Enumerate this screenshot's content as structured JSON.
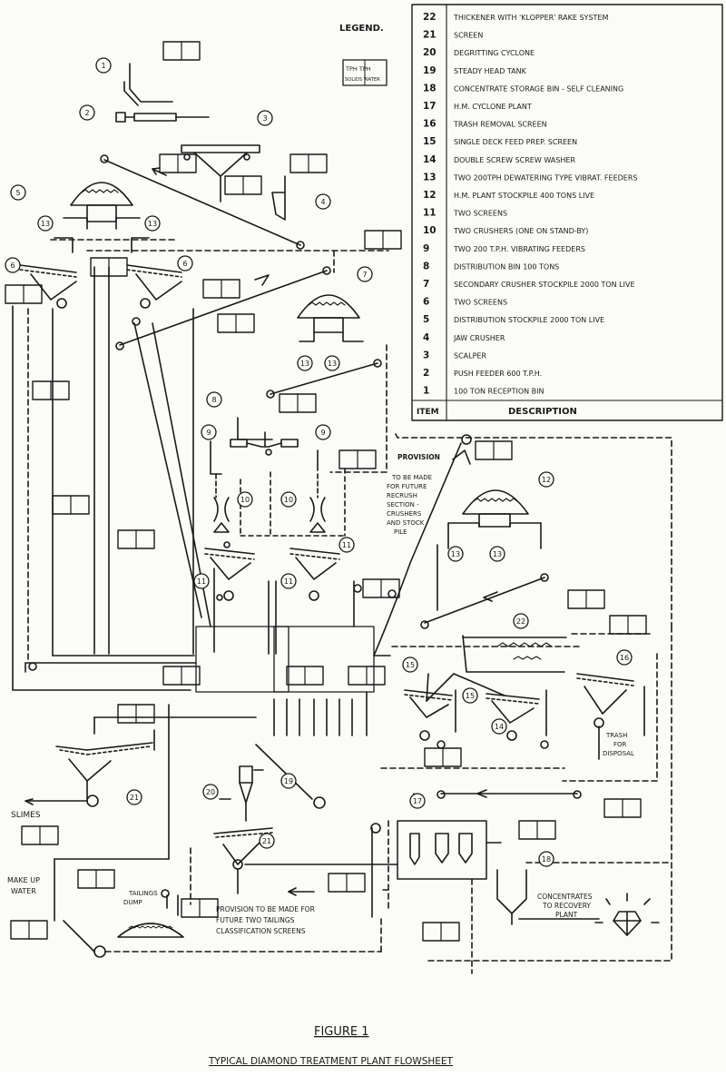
{
  "legend": {
    "heading": "LEGEND.",
    "box_label_top": "TPH TPH",
    "box_label_bottom": "SOLIDS WATER",
    "header_item": "ITEM",
    "header_description": "DESCRIPTION",
    "items": [
      {
        "no": "22",
        "desc": "THICKENER WITH 'KLOPPER' RAKE SYSTEM"
      },
      {
        "no": "21",
        "desc": "SCREEN"
      },
      {
        "no": "20",
        "desc": "DEGRITTING CYCLONE"
      },
      {
        "no": "19",
        "desc": "STEADY HEAD TANK"
      },
      {
        "no": "18",
        "desc": "CONCENTRATE STORAGE BIN - SELF CLEANING"
      },
      {
        "no": "17",
        "desc": "H.M. CYCLONE PLANT"
      },
      {
        "no": "16",
        "desc": "TRASH REMOVAL SCREEN"
      },
      {
        "no": "15",
        "desc": "SINGLE DECK FEED PREP. SCREEN"
      },
      {
        "no": "14",
        "desc": "DOUBLE SCREW SCREW WASHER"
      },
      {
        "no": "13",
        "desc": "TWO 200TPH DEWATERING TYPE VIBRAT. FEEDERS"
      },
      {
        "no": "12",
        "desc": "H.M. PLANT STOCKPILE 400 TONS LIVE"
      },
      {
        "no": "11",
        "desc": "TWO SCREENS"
      },
      {
        "no": "10",
        "desc": "TWO CRUSHERS (ONE ON STAND-BY)"
      },
      {
        "no": "9",
        "desc": "TWO 200 T.P.H. VIBRATING FEEDERS"
      },
      {
        "no": "8",
        "desc": "DISTRIBUTION BIN 100 TONS"
      },
      {
        "no": "7",
        "desc": "SECONDARY CRUSHER STOCKPILE 2000 TON LIVE"
      },
      {
        "no": "6",
        "desc": "TWO SCREENS"
      },
      {
        "no": "5",
        "desc": "DISTRIBUTION STOCKPILE 2000 TON LIVE"
      },
      {
        "no": "4",
        "desc": "JAW CRUSHER"
      },
      {
        "no": "3",
        "desc": "SCALPER"
      },
      {
        "no": "2",
        "desc": "PUSH FEEDER 600 T.P.H."
      },
      {
        "no": "1",
        "desc": "100 TON RECEPTION BIN"
      }
    ]
  },
  "notes": {
    "provision_title": "PROVISION",
    "provision_lines": [
      "TO BE MADE",
      "FOR FUTURE",
      "RECRUSH",
      "SECTION -",
      "CRUSHERS",
      "AND STOCK",
      "PILE"
    ],
    "trash": [
      "TRASH",
      "FOR",
      "DISPOSAL"
    ],
    "slimes": "SLIMES",
    "makeup_water": [
      "MAKE UP",
      "WATER"
    ],
    "tailings_dump": [
      "TAILINGS",
      "DUMP"
    ],
    "provision_tailings": [
      "PROVISION TO BE MADE FOR",
      "FUTURE TWO TAILINGS",
      "CLASSIFICATION SCREENS"
    ],
    "concentrates": [
      "CONCENTRATES",
      "TO RECOVERY",
      "PLANT"
    ]
  },
  "caption": {
    "figure": "FIGURE 1",
    "title": "TYPICAL DIAMOND TREATMENT PLANT FLOWSHEET"
  },
  "colors": {
    "ink": "#1a1a1a",
    "paper": "#fbfbf8"
  }
}
